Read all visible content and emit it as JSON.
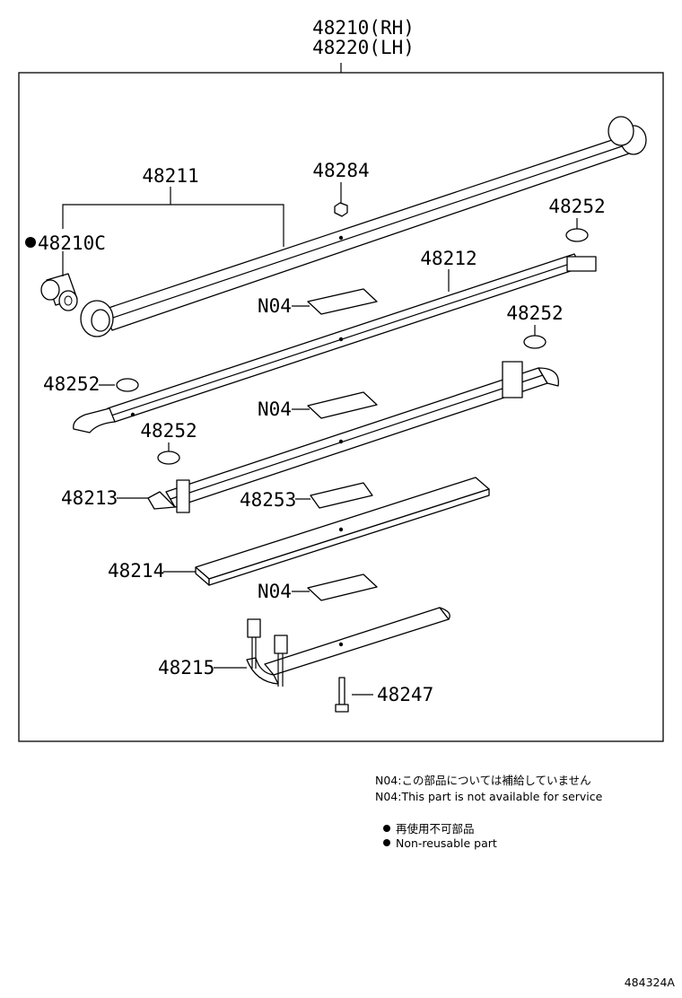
{
  "header": {
    "assy_rh": "48210(RH)",
    "assy_lh": "48220(LH)"
  },
  "callouts": {
    "p48211": "48211",
    "p48210c": "48210C",
    "p48284": "48284",
    "p48252_top": "48252",
    "p48212": "48212",
    "n04_a": "N04",
    "p48252_right": "48252",
    "p48252_left": "48252",
    "n04_b": "N04",
    "p48252_mid": "48252",
    "p48213": "48213",
    "p48253": "48253",
    "p48214": "48214",
    "n04_c": "N04",
    "p48215": "48215",
    "p48247": "48247"
  },
  "notes": {
    "n04_jp": "N04:この部品については補給していません",
    "n04_en": "N04:This part is not available for service",
    "nonreuse_jp": "再使用不可部品",
    "nonreuse_en": "Non-reusable part"
  },
  "figure_id": "484324A"
}
